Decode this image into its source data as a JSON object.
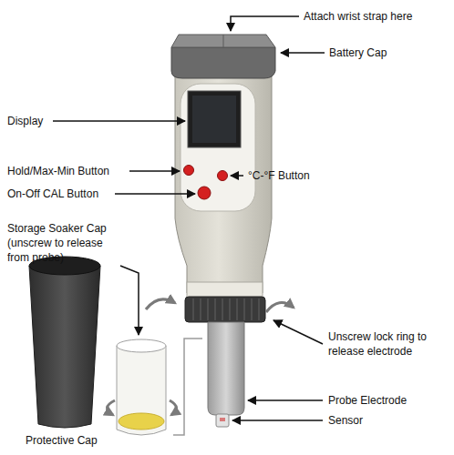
{
  "diagram": {
    "labels": [
      "Attach wrist strap here",
      "Battery Cap",
      "Display",
      "Hold/Max-Min Button",
      "°C-°F Button",
      "On-Off CAL Button",
      "Storage Soaker Cap (unscrew to release from probe)",
      "Unscrew lock ring to release electrode",
      "Probe Electrode",
      "Sensor",
      "Protective Cap"
    ]
  }
}
